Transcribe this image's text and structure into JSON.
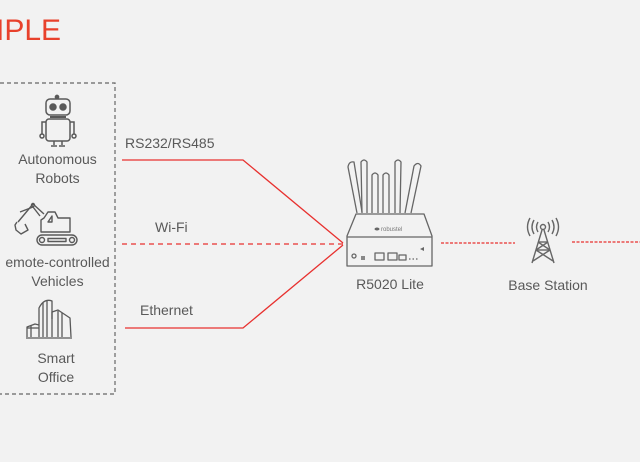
{
  "title": "IPLE",
  "devices": [
    {
      "name": "autonomous-robots",
      "label_line1": "Autonomous",
      "label_line2": "Robots",
      "icon": "robot-icon"
    },
    {
      "name": "remote-controlled-vehicles",
      "label_line1": "emote-controlled",
      "label_line2": "Vehicles",
      "icon": "excavator-icon"
    },
    {
      "name": "smart-office",
      "label_line1": "Smart",
      "label_line2": "Office",
      "icon": "building-icon"
    }
  ],
  "connections": [
    {
      "label": "RS232/RS485",
      "style": "solid"
    },
    {
      "label": "Wi-Fi",
      "style": "dashed"
    },
    {
      "label": "Ethernet",
      "style": "solid"
    }
  ],
  "router": {
    "label": "R5020 Lite",
    "brand": "robustel",
    "icon": "router-icon"
  },
  "base_station": {
    "label": "Base Station",
    "icon": "cell-tower-icon"
  },
  "colors": {
    "accent": "#e8412c",
    "line": "#e8312f",
    "text": "#595959",
    "box_border": "#666666",
    "background": "#f2f2f2"
  }
}
